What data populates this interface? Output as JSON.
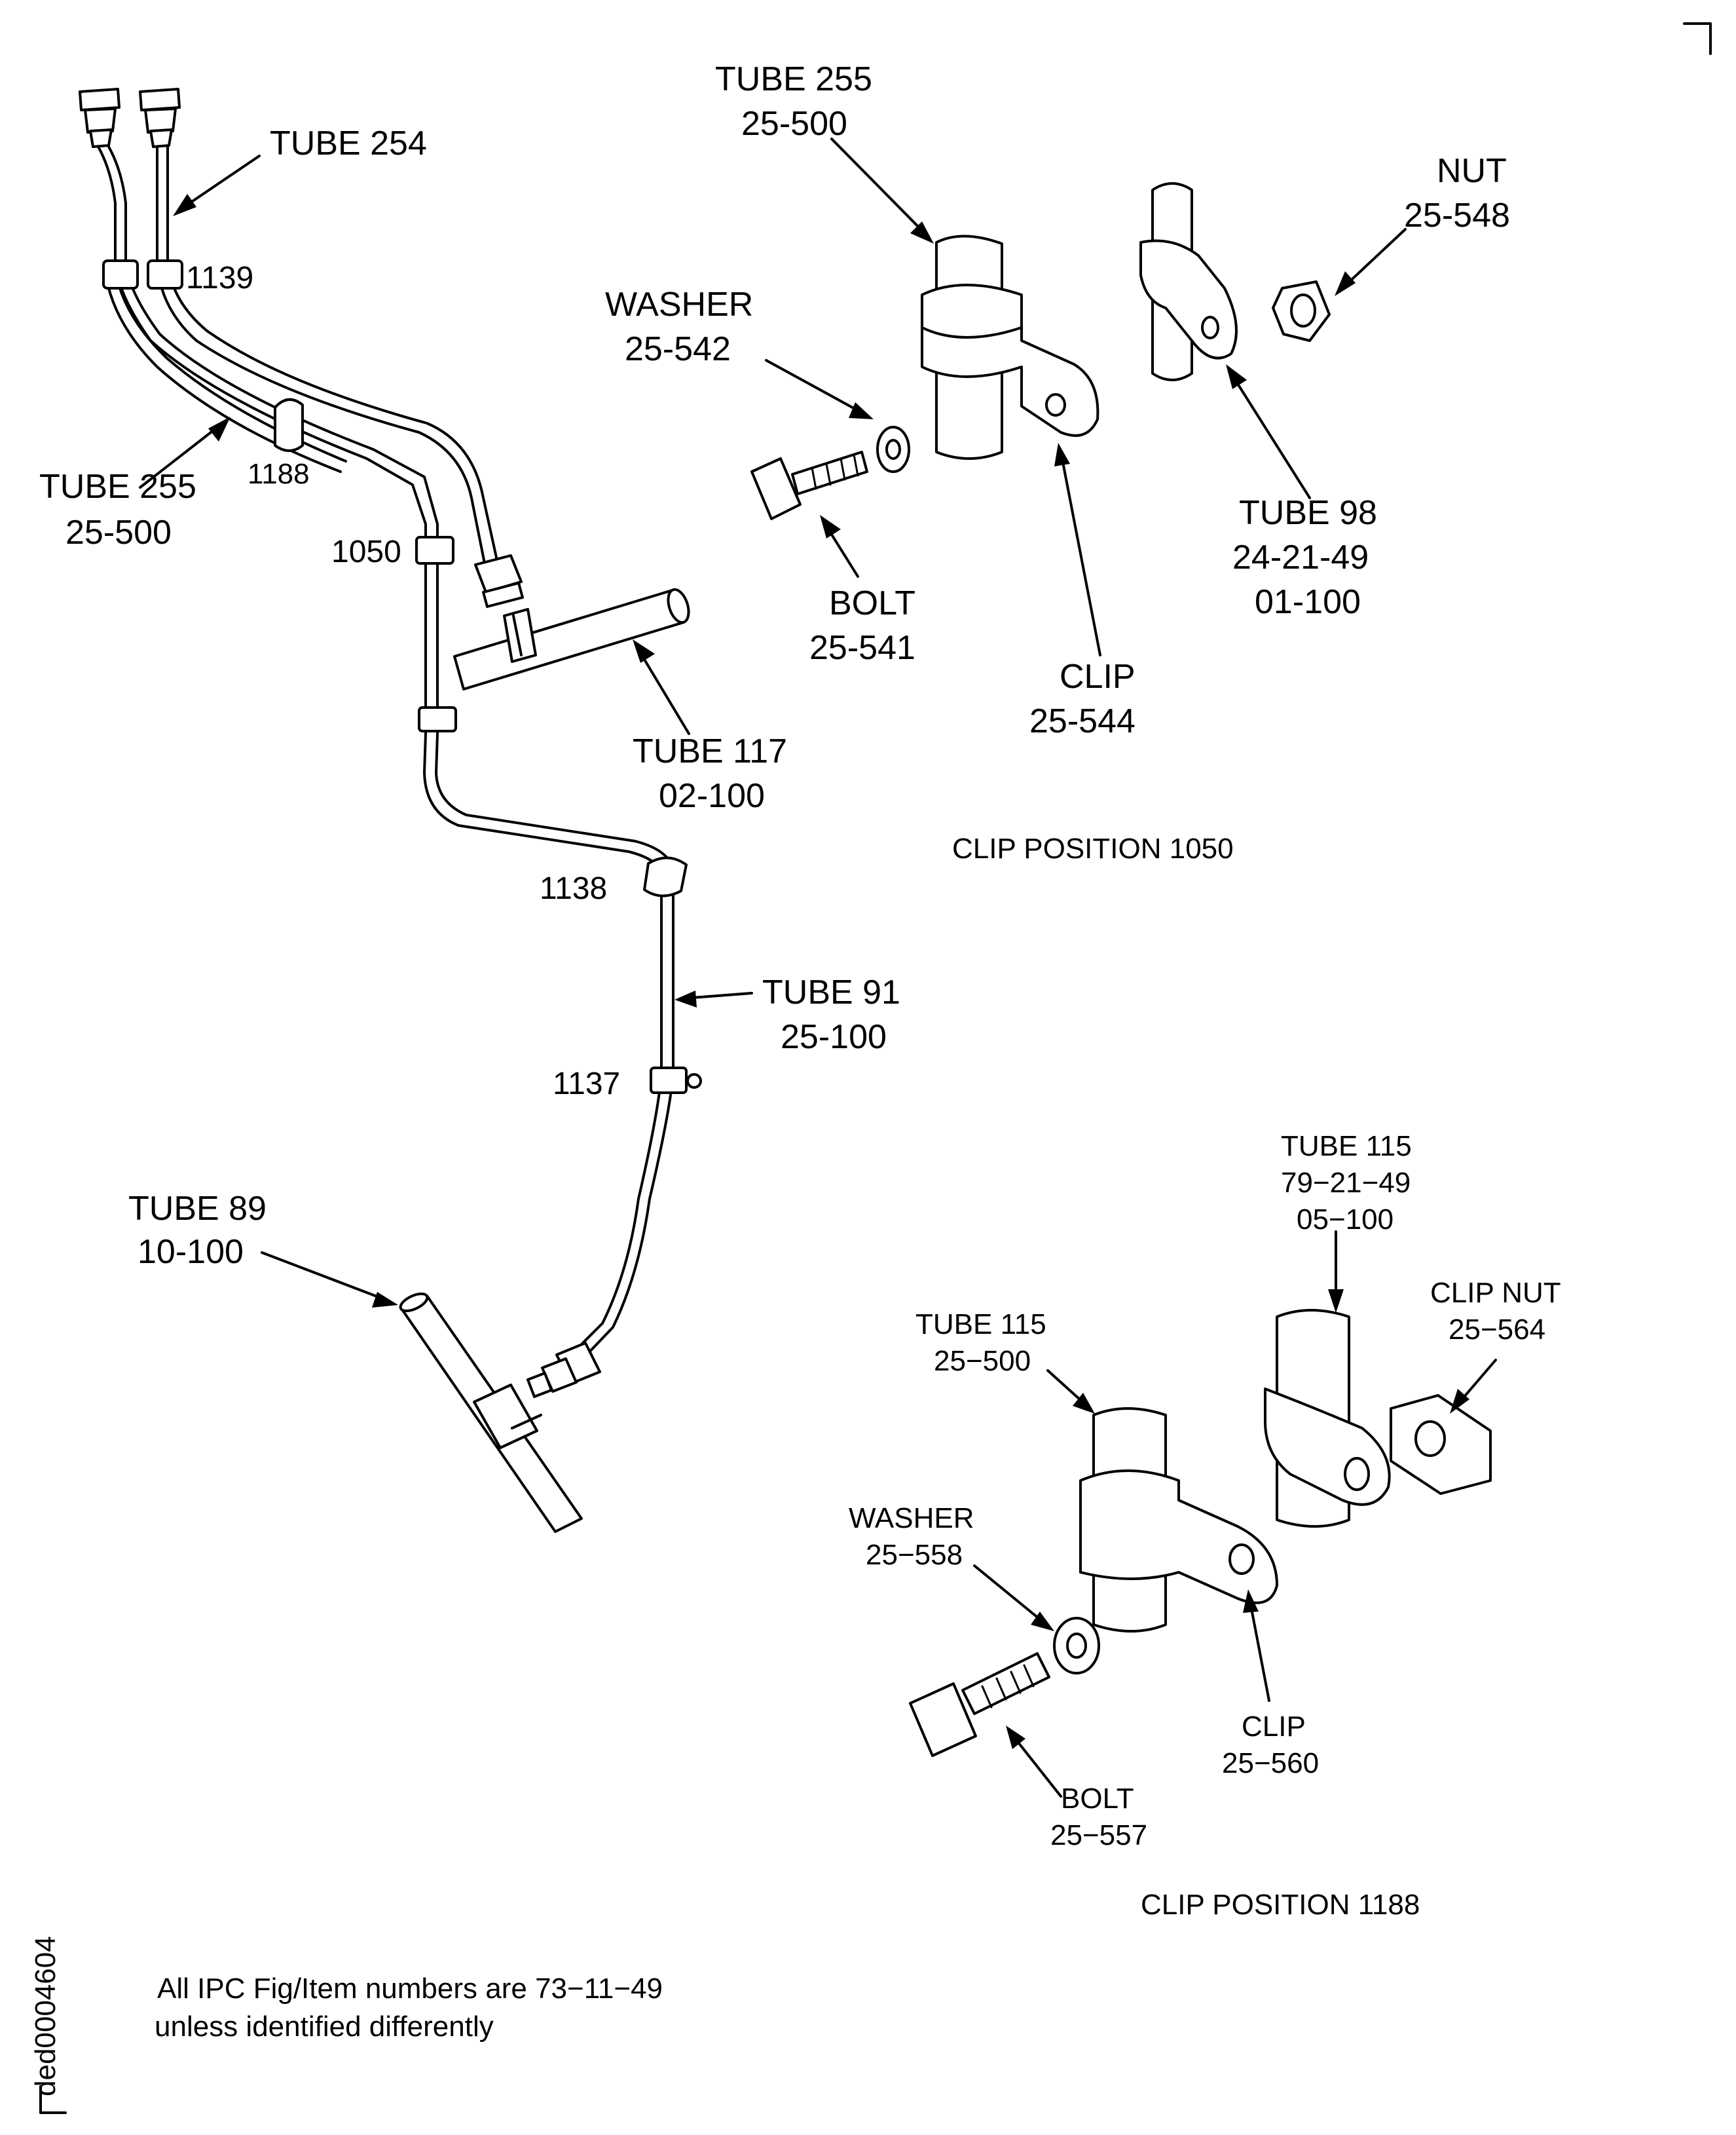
{
  "labels": {
    "tube254": "TUBE 254",
    "item1139": "1139",
    "tube255_left": "TUBE 255",
    "tube255_left_num": "25-500",
    "item1188": "1188",
    "item1050": "1050",
    "tube117": "TUBE 117",
    "tube117_num": "02-100",
    "item1138": "1138",
    "tube91": "TUBE 91",
    "tube91_num": "25-100",
    "item1137": "1137",
    "tube89": "TUBE 89",
    "tube89_num": "10-100",
    "tube255_top": "TUBE 255",
    "tube255_top_num": "25-500",
    "washer_top": "WASHER",
    "washer_top_num": "25-542",
    "bolt_top": "BOLT",
    "bolt_top_num": "25-541",
    "clip_top": "CLIP",
    "clip_top_num": "25-544",
    "nut": "NUT",
    "nut_num": "25-548",
    "tube98": "TUBE 98",
    "tube98_num1": "24-21-49",
    "tube98_num2": "01-100",
    "clip_pos_1050": "CLIP POSITION 1050",
    "tube115_right": "TUBE 115",
    "tube115_right_num1": "79−21−49",
    "tube115_right_num2": "05−100",
    "clipnut": "CLIP NUT",
    "clipnut_num": "25−564",
    "tube115_left": "TUBE 115",
    "tube115_left_num": "25−500",
    "washer_bot": "WASHER",
    "washer_bot_num": "25−558",
    "clip_bot": "CLIP",
    "clip_bot_num": "25−560",
    "bolt_bot": "BOLT",
    "bolt_bot_num": "25−557",
    "clip_pos_1188": "CLIP POSITION 1188",
    "footnote_line1": "All IPC Fig/Item numbers are 73−11−49",
    "footnote_line2": "unless identified differently",
    "drawing_id": "ded0004604"
  }
}
